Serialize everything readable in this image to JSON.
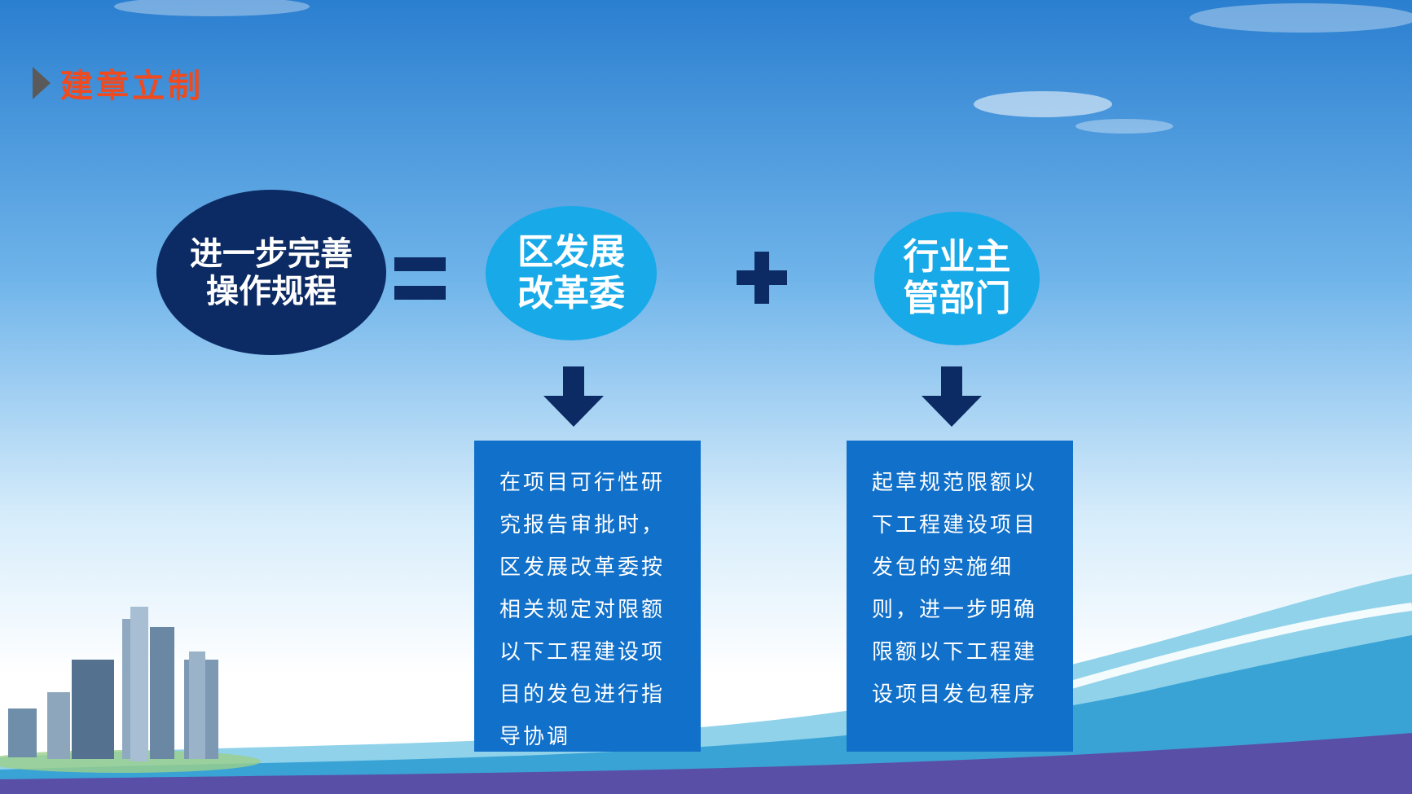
{
  "header": {
    "title": "建章立制"
  },
  "equation": {
    "left": "进一步完善\n操作规程",
    "middle": "区发展\n改革委",
    "right": "行业主\n管部门"
  },
  "boxes": {
    "left_text": "在项目可行性研究报告审批时，区发展改革委按相关规定对限额以下工程建设项目的发包进行指导协调",
    "right_text": "起草规范限额以下工程建设项目发包的实施细则，进一步明确限额以下工程建设项目发包程序"
  },
  "colors": {
    "title": "#f04a1e",
    "dark_navy": "#0c2a63",
    "light_blue": "#18a9e8",
    "box_blue": "#1170c9"
  },
  "icons": {
    "title_marker": "triangle-right-icon",
    "equals": "equals-icon",
    "plus": "plus-icon",
    "arrows": "arrow-down-icon"
  }
}
